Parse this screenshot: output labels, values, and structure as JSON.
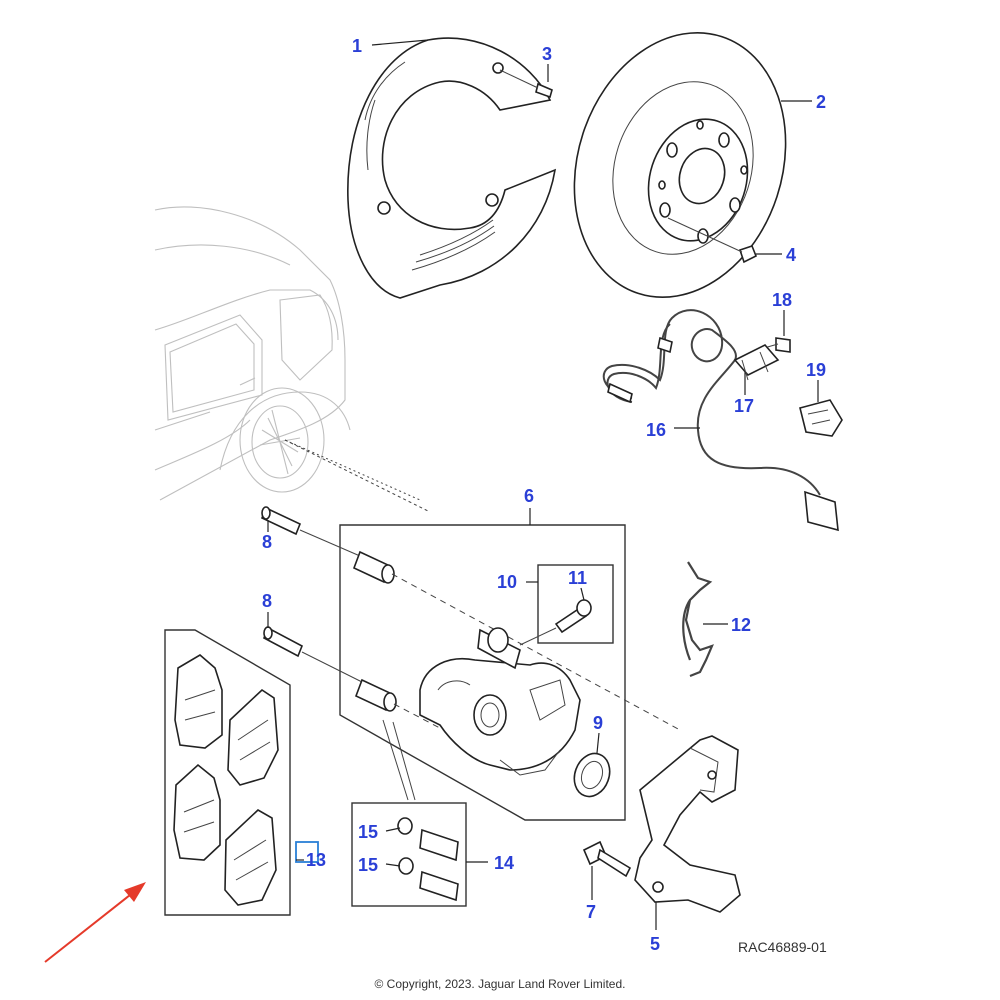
{
  "callouts": {
    "c1": "1",
    "c2": "2",
    "c3": "3",
    "c4": "4",
    "c5": "5",
    "c6": "6",
    "c7": "7",
    "c8a": "8",
    "c8b": "8",
    "c9": "9",
    "c10": "10",
    "c11": "11",
    "c12": "12",
    "c13": "13",
    "c14": "14",
    "c15a": "15",
    "c15b": "15",
    "c16": "16",
    "c17": "17",
    "c18": "18",
    "c19": "19"
  },
  "reference": "RAC46889-01",
  "copyright": "© Copyright, 2023. Jaguar Land Rover Limited.",
  "colors": {
    "callout": "#2a3fd6",
    "arrow": "#e53a2a",
    "highlight_box": "#2a7fd6"
  }
}
